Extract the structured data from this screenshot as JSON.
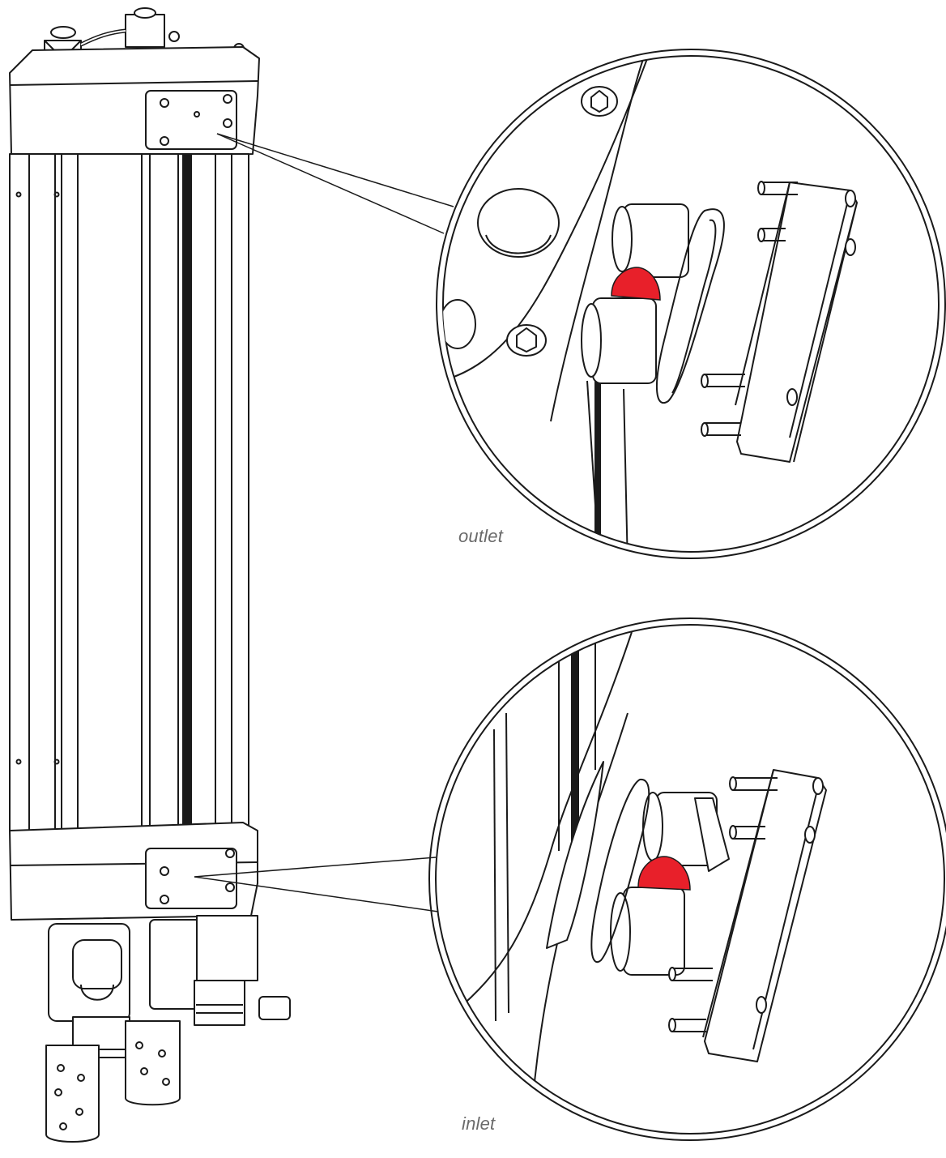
{
  "figure": {
    "callouts": [
      {
        "id": "outlet",
        "label": "outlet"
      },
      {
        "id": "inlet",
        "label": "inlet"
      }
    ]
  },
  "colors": {
    "line": "#1a1a1a",
    "background": "#ffffff",
    "highlight": "#e8202a",
    "caption": "#6a6a6a"
  }
}
